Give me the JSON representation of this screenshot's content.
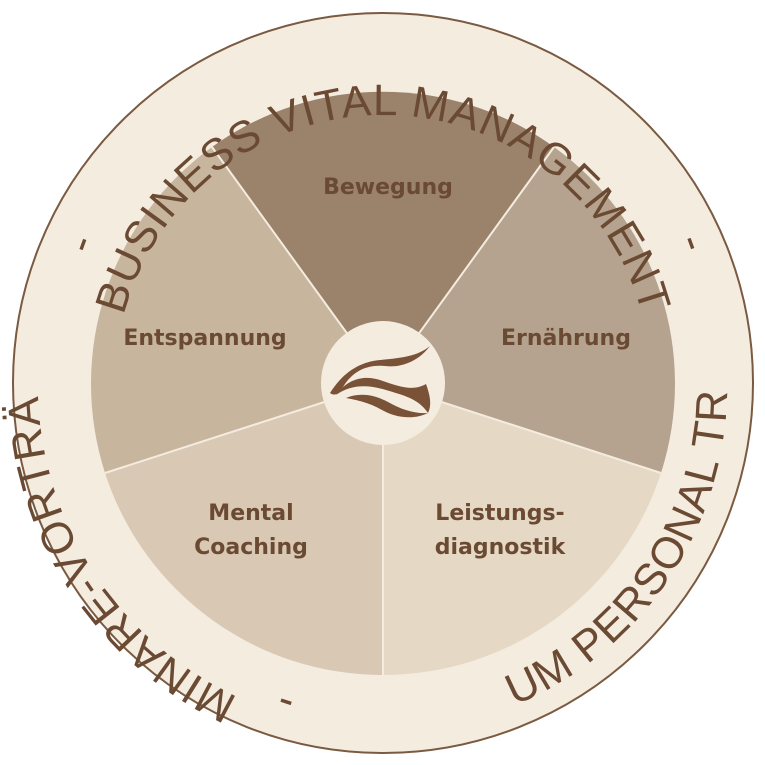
{
  "ring": {
    "top": "BUSINESS VITAL MANAGEMENT",
    "right": "PREMIUM PERSONAL TRAINING",
    "left": "SEMINARE-VORTRÄGE",
    "separators": [
      "-",
      "-",
      "-"
    ]
  },
  "segments": {
    "bewegung": {
      "lines": [
        "Bewegung"
      ]
    },
    "ernaehrung": {
      "lines": [
        "Ernährung"
      ]
    },
    "leistungsdiagnostik": {
      "lines": [
        "Leistungs-",
        "diagnostik"
      ]
    },
    "mental_coaching": {
      "lines": [
        "Mental",
        "Coaching"
      ]
    },
    "entspannung": {
      "lines": [
        "Entspannung"
      ]
    }
  },
  "colors": {
    "outer_bg": "#f5ece0",
    "outer_stroke": "#7a5a40",
    "ring_text": "#6b4a33",
    "segment_text": "#6b4a33",
    "bewegung": "#9b826b",
    "ernaehrung": "#b5a38f",
    "leistungsdiagnostik": "#e5d9c6",
    "mental_coaching": "#d9c9b4",
    "entspannung": "#c8b59e",
    "divider": "#f5ece0",
    "center": "#f5ece0",
    "logo": "#7a5238"
  },
  "logo": {
    "icon": "wave-swirl-icon"
  }
}
